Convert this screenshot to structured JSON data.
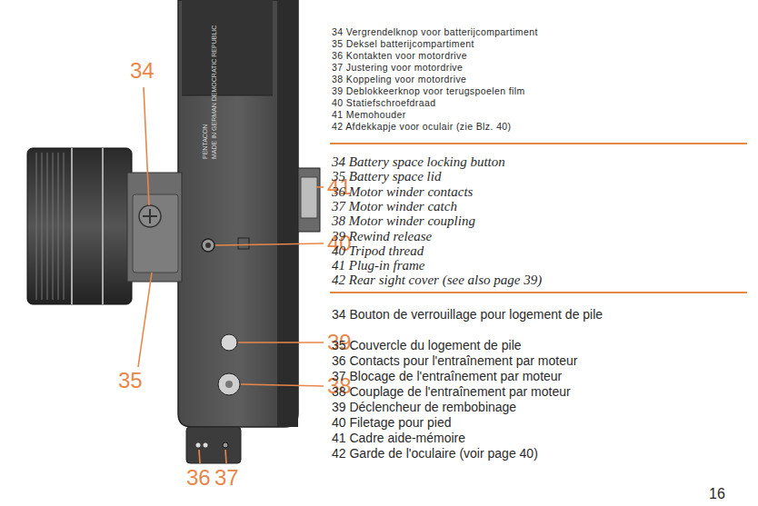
{
  "diagram": {
    "labels": [
      "34",
      "41",
      "40",
      "35",
      "39",
      "38",
      "36",
      "37",
      "PENTACON",
      "MADE IN GERMAN DEMOCRATIC REPUBLIC",
      "34 Vergrendelknop voor batterijcompartiment",
      "35 Deksel batterijcompartiment",
      "36 Kontakten voor motordrive",
      "37 Justering voor motordrive",
      "38 Koppeling voor motordrive",
      "39 Deblokkeerknop voor terugspoelen film",
      "40 Statiefschroefdraad",
      "41 Memohouder",
      "42 Afdekkapje voor oculair (zie Blz. 40)",
      "34 Battery space locking button",
      "35 Battery space lid",
      "36 Motor winder contacts",
      "37 Motor winder catch",
      "38 Motor winder coupling",
      "39 Rewind release",
      "40 Tripod thread",
      "41 Plug-in frame",
      "42 Rear sight cover (see also page 39)",
      "34 Bouton de verrouillage pour logement de pile",
      "35 Couvercle du logement de pile",
      "36 Contacts pour l'entraînement par moteur",
      "37 Blocage de l'entraînement par moteur",
      "38 Couplage de l'entraînement par moteur",
      "39 Déclencheur de rembobinage",
      "40 Filetage pour pied",
      "41 Cadre aide-mémoire",
      "42 Garde de l'oculaire (voir page 40)",
      "16"
    ]
  }
}
